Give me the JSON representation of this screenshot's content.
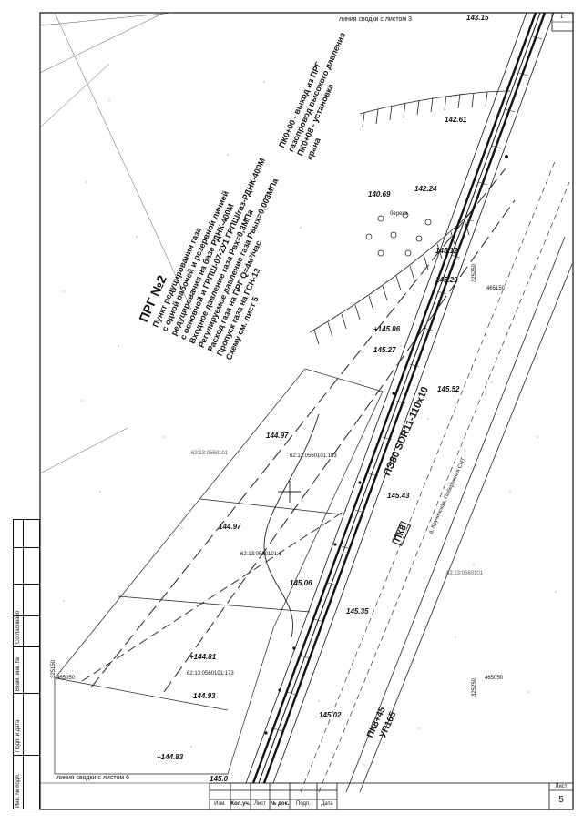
{
  "header": {
    "top_line_label": "линия сводки с листом 3",
    "bottom_line_label": "линия сводки с листом 6"
  },
  "station_block": {
    "title": "ПРГ №2",
    "lines": [
      "Пункт редуцирования газа",
      "с одной рабочей и резервной линией",
      "редуцирования на базе РДНК-400М",
      "с основной и ГРПШ-07-2У1 ГРПШ/газ-РДНК-400М",
      "Входное давление газа Рвх=0,3МПа",
      "Регулируемое давление газа Рвых=0,003МПа",
      "Расход газа на ПРГ Q=4м³/час",
      "Пропуск газа на ГСН-13",
      "Схему см. лист 5"
    ],
    "right_lines": [
      "ПК0+00 - выход из ПРГ",
      "газопровод высокого давления",
      "ПК0+08 - установка",
      "крана"
    ]
  },
  "elevations": [
    "143.15",
    "142.61",
    "140.69",
    "142.24",
    "145.12",
    "145.29",
    "+145.06",
    "145.27",
    "145.52",
    "144.97",
    "144.97",
    "145.43",
    "145.06",
    "145.35",
    "+144.81",
    "144.93",
    "145.02",
    "+144.83",
    "145.0"
  ],
  "cadastral": [
    "62:13:0560101",
    "62:13:0560101:183",
    "62:13:0560101:1",
    "62:13:0560101:173",
    "62:13:0560101"
  ],
  "pipe_label": "ПЭ80 SDR11-110х10",
  "pk_labels": {
    "pk8": "ПК8",
    "pk8b": "ПК8+45",
    "ugl": "УП165"
  },
  "street_label": "д. Кручинская, Побережная СНТ",
  "coords": {
    "c1": "325250",
    "c2": "465150",
    "c3": "325150",
    "c4": "465050",
    "c5": "325250",
    "c6": "465050"
  },
  "tree_label": "береза",
  "left_margin": {
    "agreed": "Согласовано",
    "inv_replace": "Взам. инв. №",
    "sign_date": "Подп. и дата",
    "inv_orig": "Инв. № подл."
  },
  "title_block": {
    "cols": [
      "Изм.",
      "Кол.уч.",
      "Лист",
      "№ док.",
      "Подп.",
      "Дата"
    ],
    "sheet_label": "Лист",
    "sheet_number": "5"
  },
  "corner_number": "1"
}
